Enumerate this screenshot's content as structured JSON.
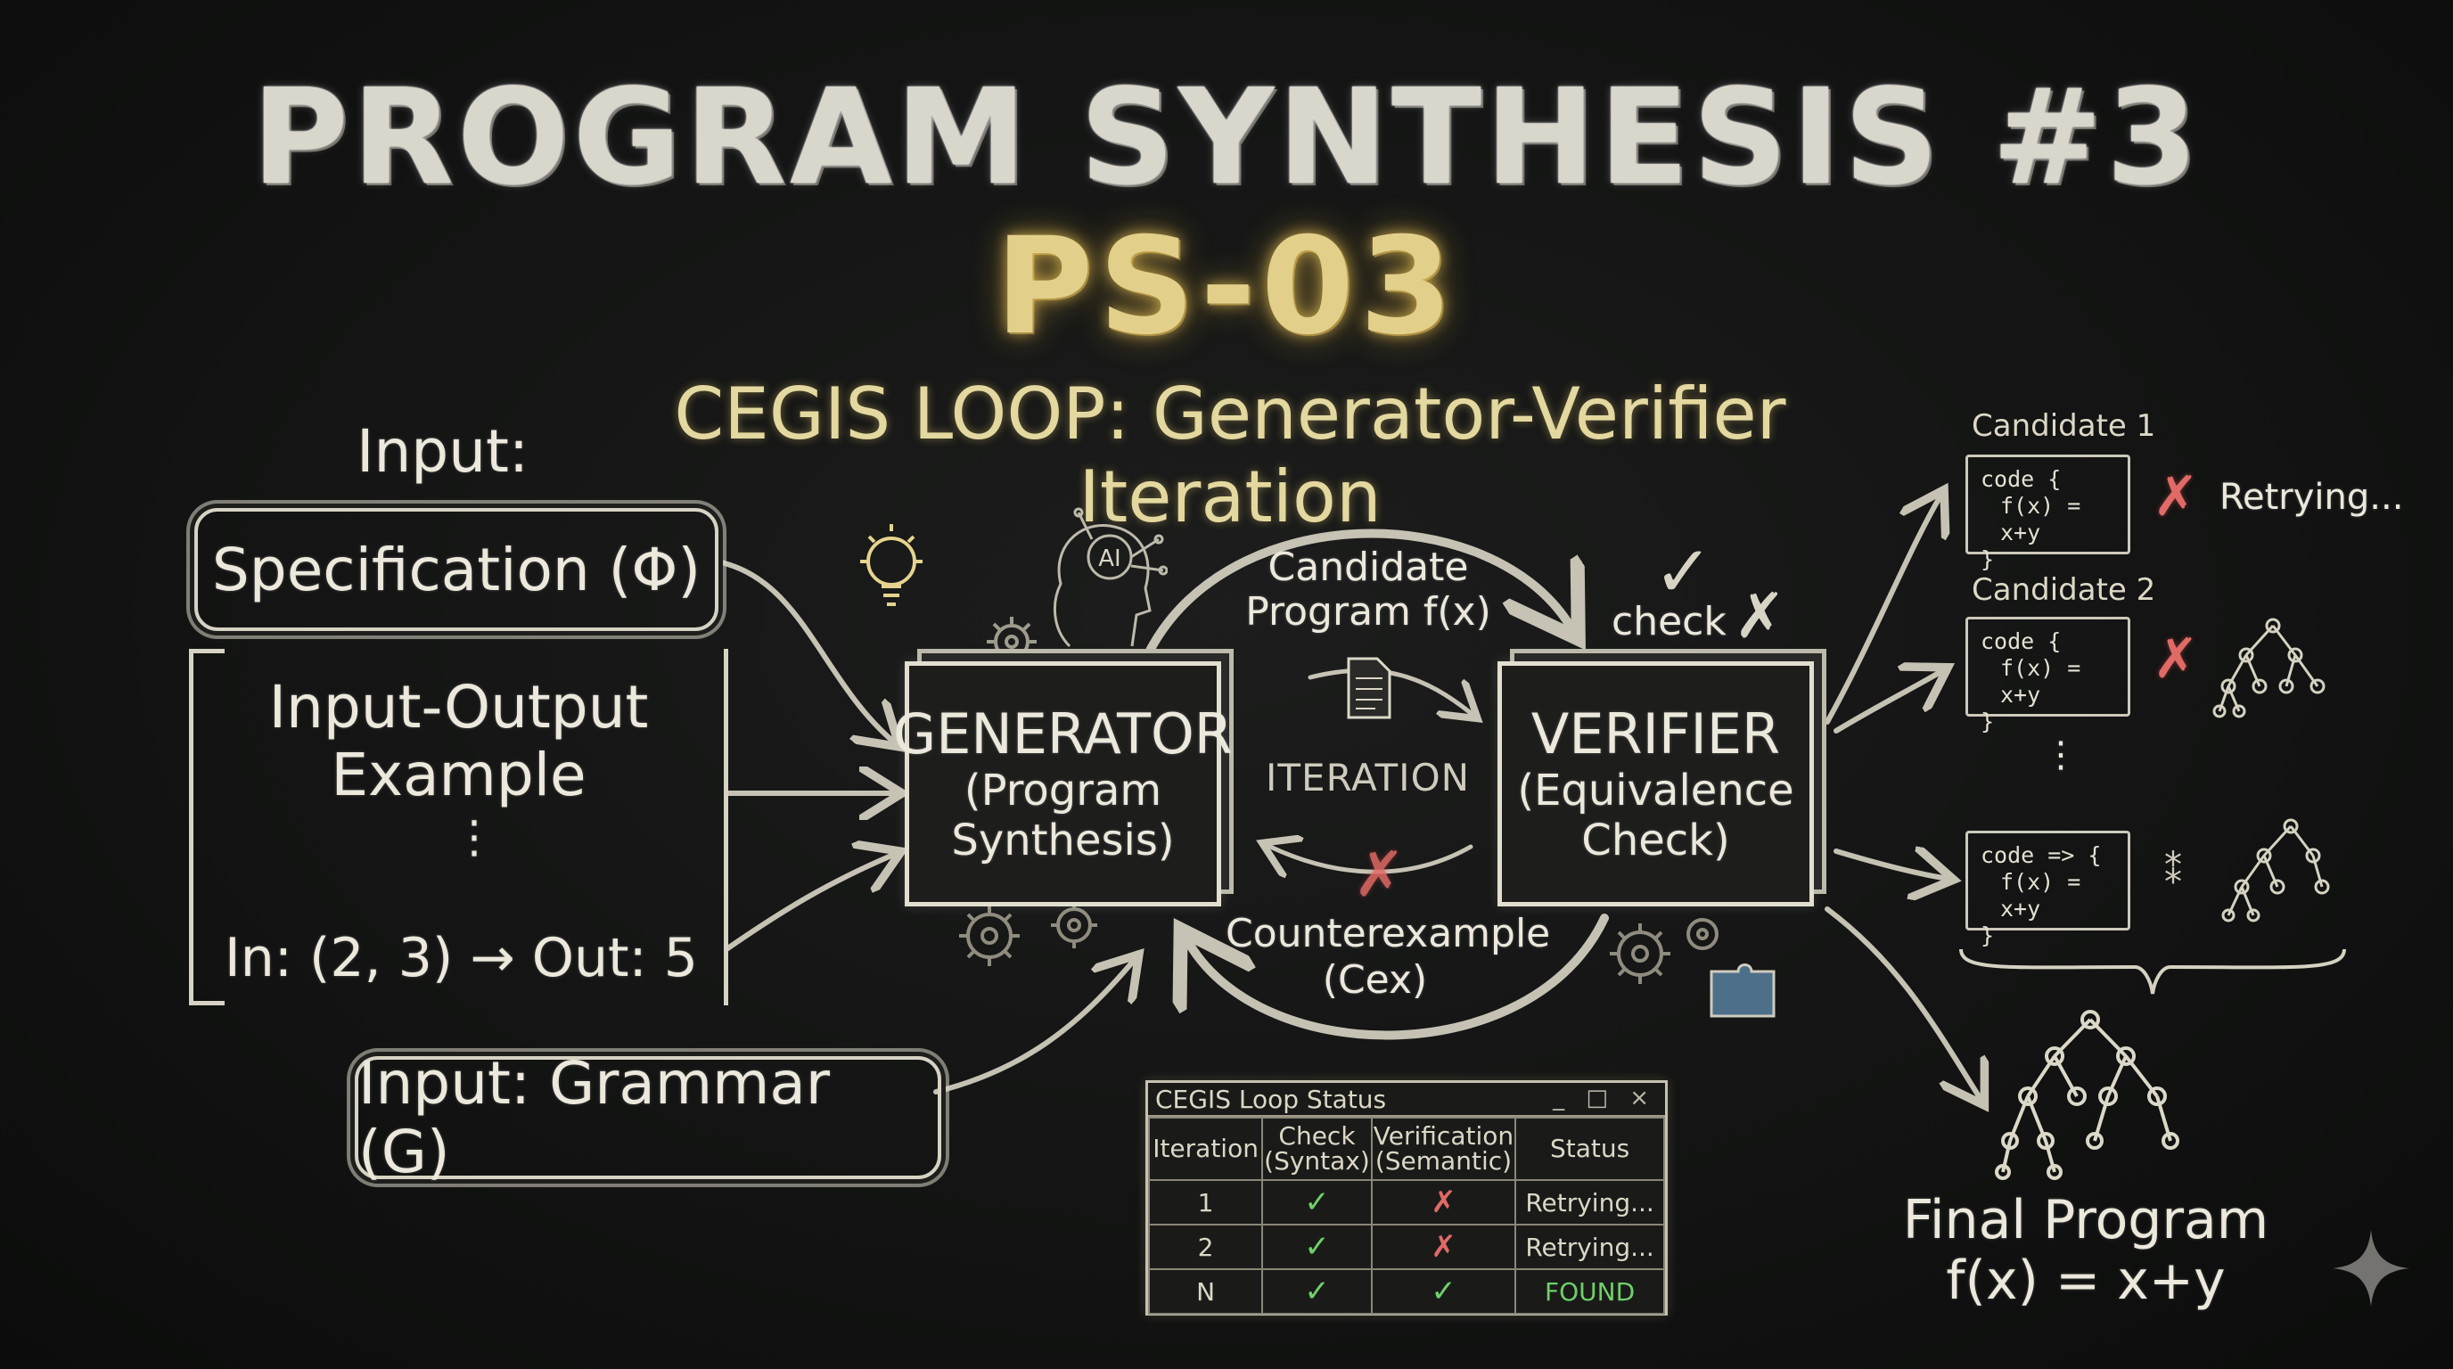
{
  "header": {
    "title": "PROGRAM SYNTHESIS #3",
    "code": "PS-03",
    "subtitle": "CEGIS LOOP: Generator-Verifier Iteration"
  },
  "inputs": {
    "label": "Input:",
    "specification": "Specification (Φ)",
    "io_title": "Input-Output Example",
    "io_example": "In: (2, 3) → Out: 5",
    "grammar": "Input: Grammar (G)"
  },
  "generator": {
    "title": "GENERATOR",
    "subtitle": "(Program Synthesis)"
  },
  "verifier": {
    "title": "VERIFIER",
    "subtitle": "(Equivalence Check)"
  },
  "loop": {
    "candidate_label": "Candidate Program f(x)",
    "iteration_label": "ITERATION",
    "counterexample_label": "Counterexample (Cex)",
    "check_label": "check",
    "ai_label": "AI"
  },
  "candidates": [
    {
      "title": "Candidate 1",
      "code_line1": "code    {",
      "code_line2": "f(x) = x+y",
      "code_line3": "}",
      "status": "Retrying..."
    },
    {
      "title": "Candidate 2",
      "code_line1": "code    {",
      "code_line2": "f(x) = x+y",
      "code_line3": "}"
    },
    {
      "title": "",
      "code_line1": "code => {",
      "code_line2": "f(x) = x+y",
      "code_line3": "}"
    }
  ],
  "final": {
    "label": "Final Program",
    "program": "f(x) = x+y"
  },
  "status_panel": {
    "title": "CEGIS Loop Status",
    "controls": "_ □ ×",
    "columns": [
      "Iteration",
      "Check (Syntax)",
      "Verification (Semantic)",
      "Status"
    ],
    "rows": [
      {
        "iteration": "1",
        "check": "✓",
        "verification": "✗",
        "status": "Retrying..."
      },
      {
        "iteration": "2",
        "check": "✓",
        "verification": "✗",
        "status": "Retrying..."
      },
      {
        "iteration": "N",
        "check": "✓",
        "verification": "✓",
        "status": "FOUND"
      }
    ]
  },
  "colors": {
    "background": "#131413",
    "chalk": "#ece8dc",
    "gold": "#e2cf8a",
    "success": "#6fd06a",
    "error": "#e06a66"
  },
  "icons": [
    "lightbulb-icon",
    "ai-head-icon",
    "gear-icon",
    "document-icon",
    "check-icon",
    "cross-icon",
    "puzzle-icon",
    "tree-icon",
    "sparkle-icon"
  ]
}
